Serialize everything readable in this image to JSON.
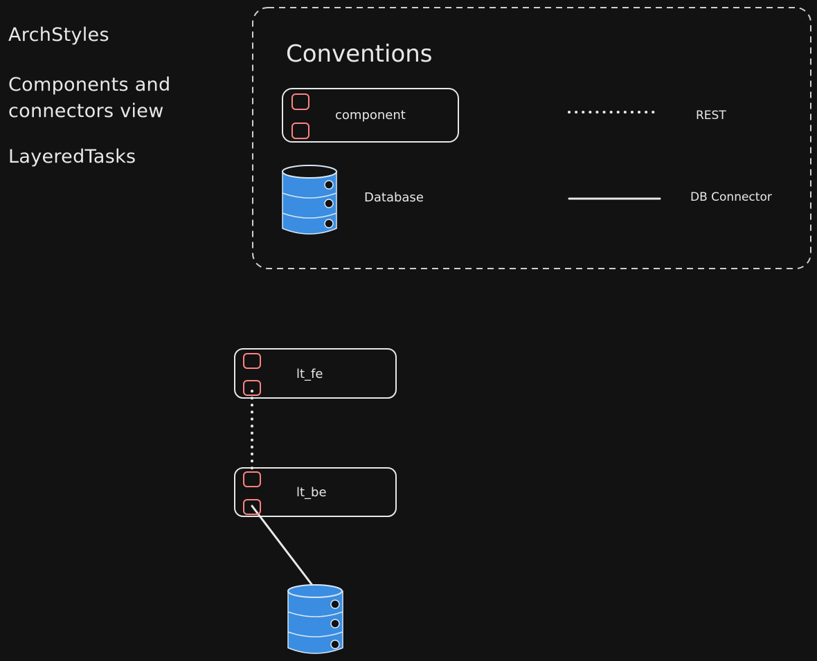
{
  "sidebar": {
    "items": [
      {
        "label": "ArchStyles"
      },
      {
        "label": "Components and connectors view"
      },
      {
        "label": "LayeredTasks"
      }
    ]
  },
  "conventions": {
    "title": "Conventions",
    "component_label": "component",
    "database_label": "Database",
    "rest_label": "REST",
    "db_connector_label": "DB Connector"
  },
  "diagram": {
    "components": [
      {
        "label": "lt_fe"
      },
      {
        "label": "lt_be"
      }
    ],
    "connectors": [
      {
        "from": "lt_fe",
        "to": "lt_be",
        "kind": "REST"
      },
      {
        "from": "lt_be",
        "to": "database",
        "kind": "DB Connector"
      }
    ]
  },
  "colors": {
    "background": "#121212",
    "stroke": "#e8e8e8",
    "port": "#ff8383",
    "database_fill": "#3a8de0",
    "dashed_border": "#d0d0d0"
  }
}
